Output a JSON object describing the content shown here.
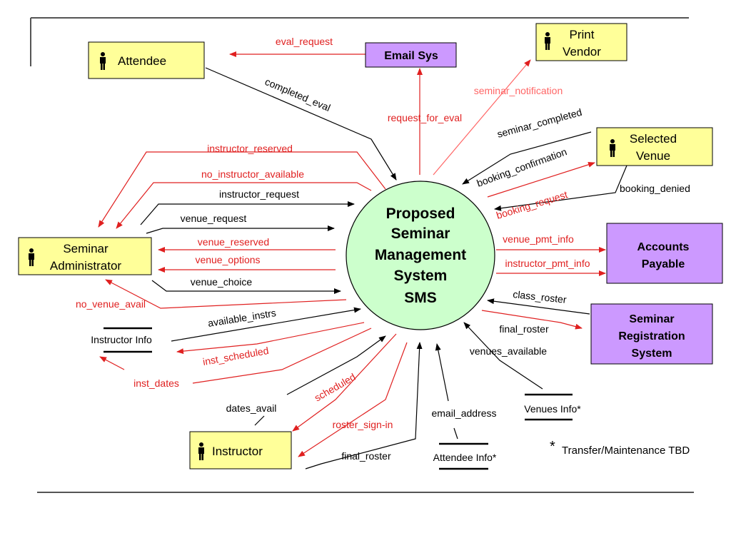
{
  "process": {
    "line1": "Proposed",
    "line2": "Seminar",
    "line3": "Management",
    "line4": "System",
    "line5": "SMS"
  },
  "entities": {
    "attendee": "Attendee",
    "email_sys": "Email Sys",
    "print_vendor": {
      "line1": "Print",
      "line2": "Vendor"
    },
    "selected_venue": {
      "line1": "Selected",
      "line2": "Venue"
    },
    "seminar_administrator": {
      "line1": "Seminar",
      "line2": "Administrator"
    },
    "accounts_payable": {
      "line1": "Accounts",
      "line2": "Payable"
    },
    "seminar_registration_system": {
      "line1": "Seminar",
      "line2": "Registration",
      "line3": "System"
    },
    "instructor": "Instructor"
  },
  "data_stores": {
    "instructor_info": "Instructor Info",
    "venues_info": "Venues Info*",
    "attendee_info": "Attendee Info*"
  },
  "flows": {
    "eval_request": "eval_request",
    "completed_eval": "completed_eval",
    "request_for_eval": "request_for_eval",
    "seminar_notification": "seminar_notification",
    "seminar_completed": "seminar_completed",
    "booking_confirmation": "booking_confirmation",
    "booking_request": "booking_request",
    "booking_denied": "booking_denied",
    "instructor_reserved": "instructor_reserved",
    "no_instructor_available": "no_instructor_available",
    "instructor_request": "instructor_request",
    "venue_request": "venue_request",
    "venue_reserved": "venue_reserved",
    "venue_options": "venue_options",
    "venue_choice": "venue_choice",
    "no_venue_avail": "no_venue_avail",
    "available_instrs": "available_instrs",
    "inst_scheduled": "inst_scheduled",
    "inst_dates": "inst_dates",
    "dates_avail": "dates_avail",
    "scheduled": "scheduled",
    "roster_sign_in": "roster_sign-in",
    "final_roster_instructor": "final_roster",
    "email_address": "email_address",
    "venues_available": "venues_available",
    "final_roster_registration": "final_roster",
    "class_roster": "class_roster",
    "venue_pmt_info": "venue_pmt_info",
    "instructor_pmt_info": "instructor_pmt_info"
  },
  "footnote": {
    "star": "*",
    "text": "Transfer/Maintenance TBD"
  },
  "colors": {
    "flow_red": "#e02020",
    "flow_black": "#000000",
    "entity_yellow": "#ffff99",
    "system_purple": "#cc99ff",
    "process_green": "#ccffcc"
  },
  "icons": [
    "person-icon"
  ]
}
